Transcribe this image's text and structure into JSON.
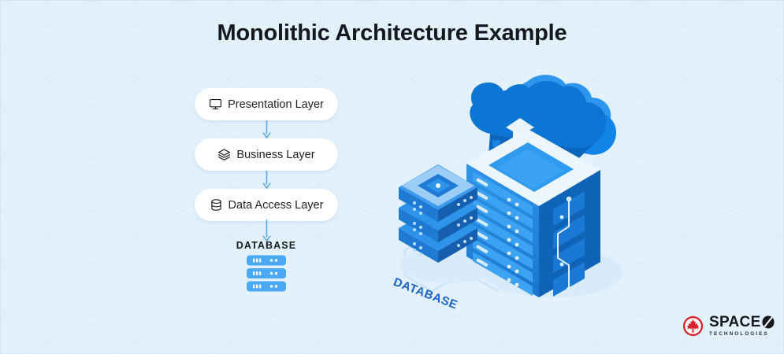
{
  "page": {
    "title": "Monolithic Architecture Example",
    "background_color": "#e3f1fd",
    "accent_color": "#1e88e5",
    "title_color": "#14181f"
  },
  "flow": {
    "layers": [
      {
        "label": "Presentation Layer",
        "icon": "monitor-icon"
      },
      {
        "label": "Business Layer",
        "icon": "layers-stack-icon"
      },
      {
        "label": "Data Access Layer",
        "icon": "database-cylinder-icon"
      }
    ],
    "arrows": [
      {
        "icon": "arrow-down-icon"
      },
      {
        "icon": "arrow-down-icon"
      },
      {
        "icon": "arrow-down-icon"
      }
    ],
    "database": {
      "caption": "DATABASE",
      "icon": "server-rack-icon",
      "icon_color": "#4aa8f5",
      "tiers": 3
    }
  },
  "illustration": {
    "name": "isometric-cloud-server-illustration",
    "cloud": {
      "icon": "cloud-upload-icon",
      "color": "#0d7fe0"
    },
    "server_tower": {
      "icon": "server-tower-icon",
      "slots": 7,
      "color": "#1b7fe3"
    },
    "database_stack": {
      "icon": "database-stack-icon",
      "tiers": 3,
      "color": "#1169c4"
    },
    "database_label": "DATABASE",
    "label_color": "#1a63c4"
  },
  "logo": {
    "mark": "maple-leaf-badge-icon",
    "mark_color": "#d8232a",
    "name": "SPACE",
    "o_mark": "o-slash-icon",
    "tagline": "TECHNOLOGIES"
  }
}
